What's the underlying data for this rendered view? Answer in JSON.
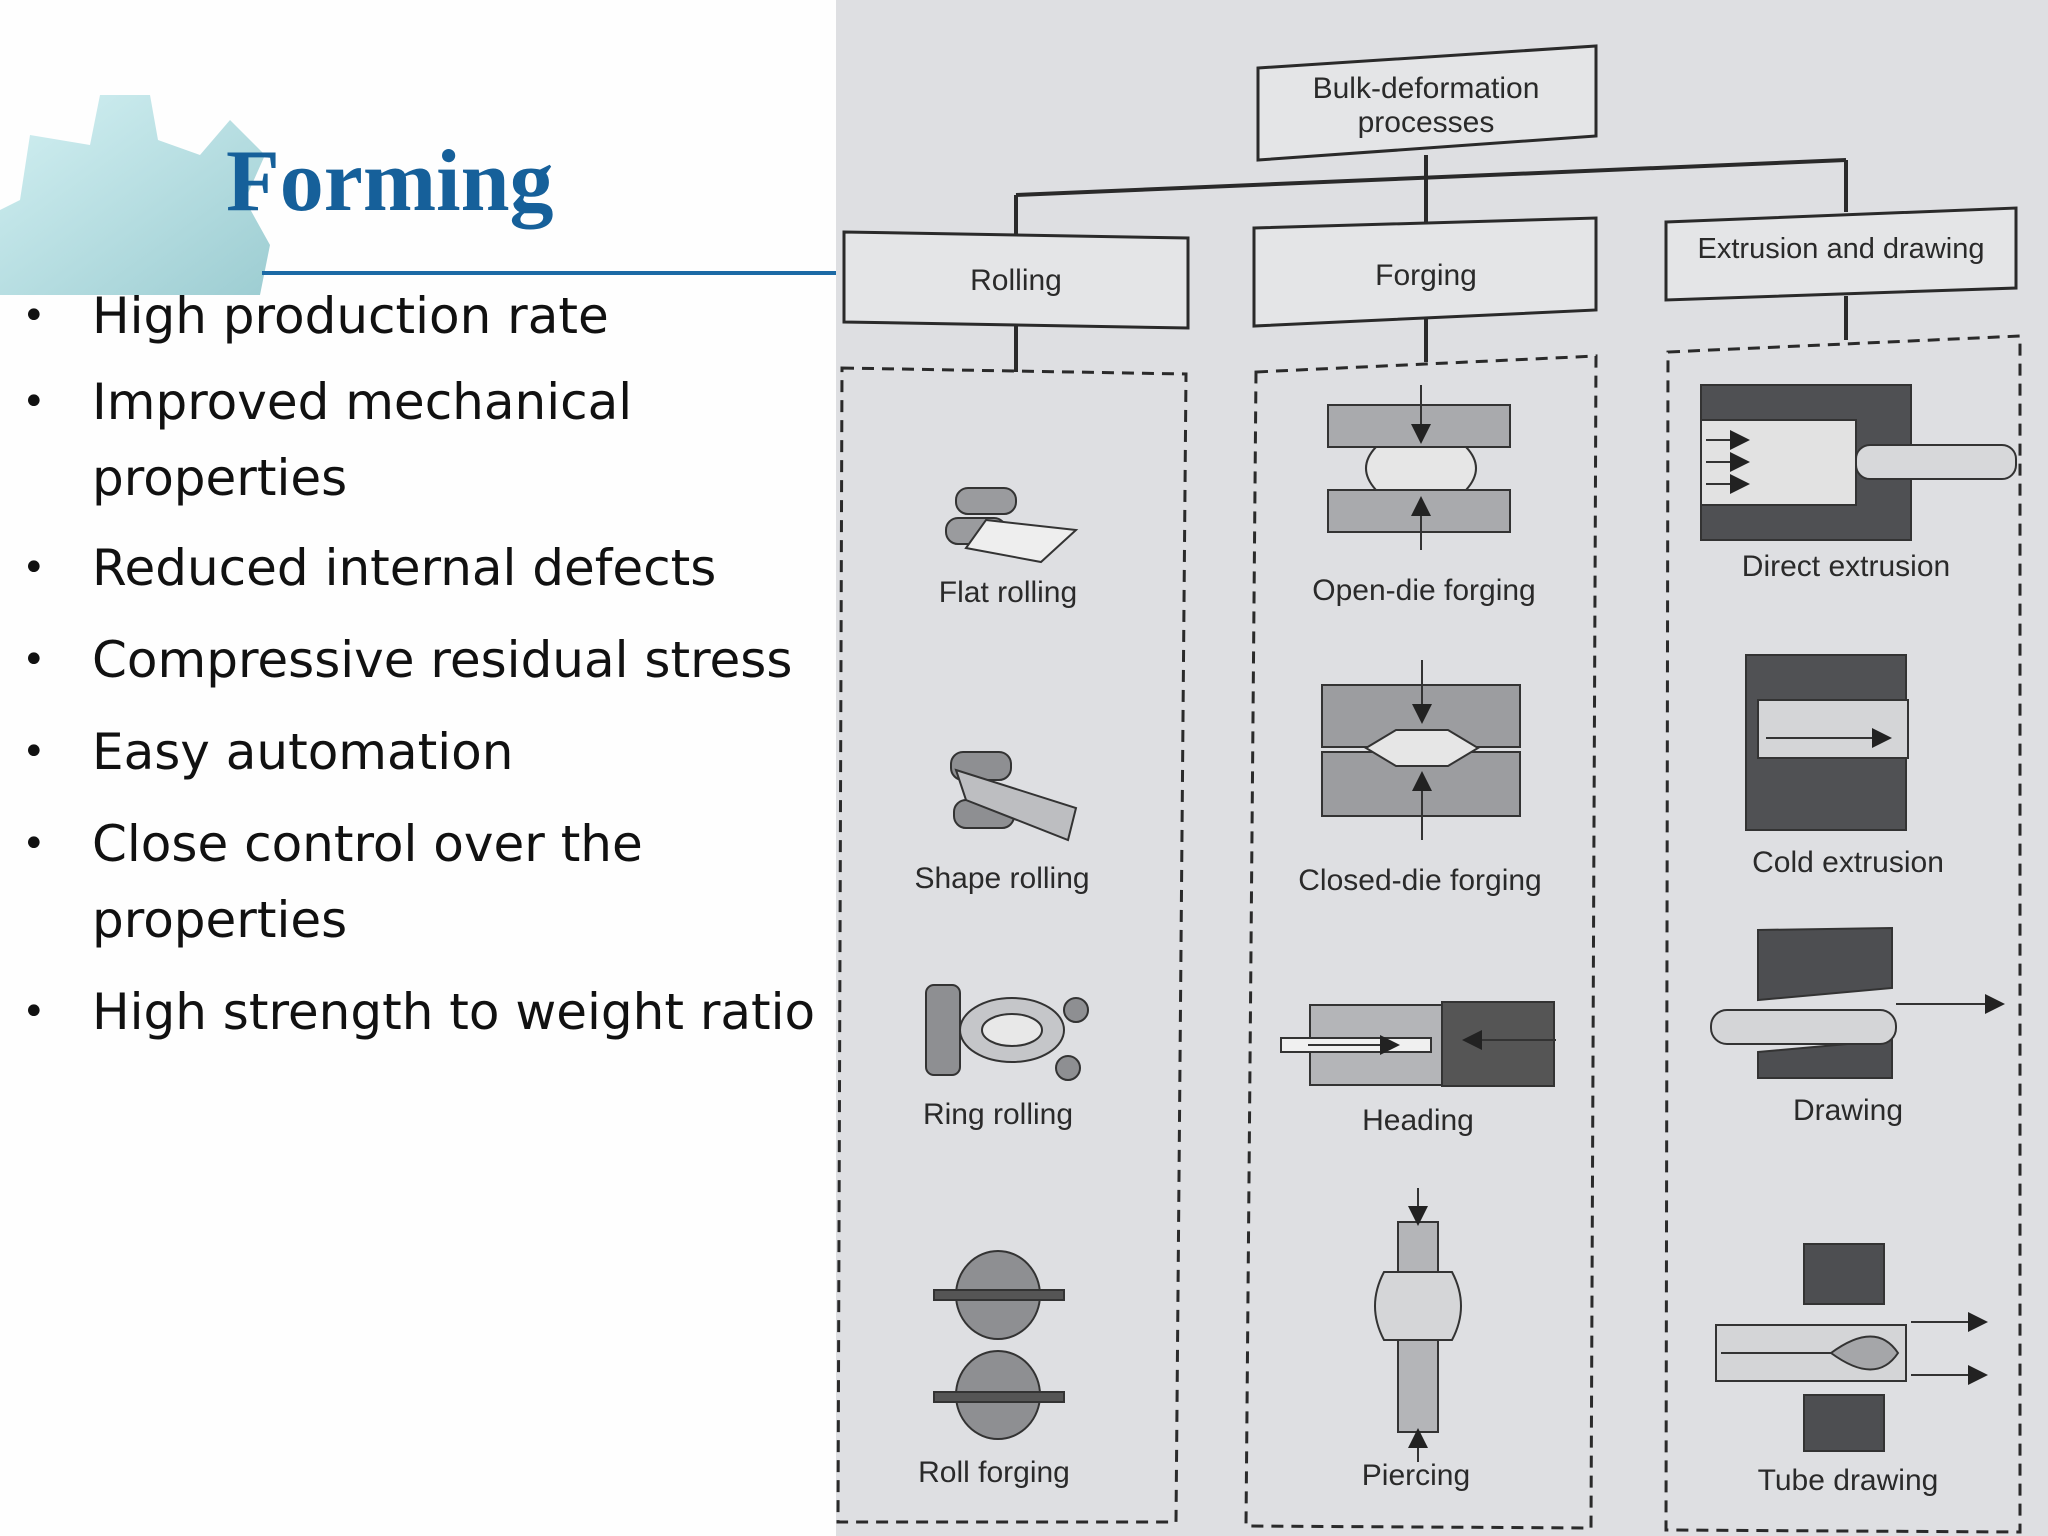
{
  "slide": {
    "title": "Forming",
    "bullets": [
      "High production rate",
      "Improved mechanical properties",
      "Reduced internal defects",
      "Compressive residual stress",
      "Easy automation",
      "Close control over the properties",
      "High strength to weight ratio"
    ]
  },
  "diagram": {
    "root": "Bulk-deformation processes",
    "categories": [
      {
        "name": "Rolling",
        "processes": [
          "Flat rolling",
          "Shape rolling",
          "Ring rolling",
          "Roll forging"
        ]
      },
      {
        "name": "Forging",
        "processes": [
          "Open-die forging",
          "Closed-die forging",
          "Heading",
          "Piercing"
        ]
      },
      {
        "name": "Extrusion and drawing",
        "processes": [
          "Direct extrusion",
          "Cold extrusion",
          "Drawing",
          "Tube drawing"
        ]
      }
    ]
  },
  "colors": {
    "title": "#16609a",
    "rule": "#1c6aa5",
    "gear": "#bfe3e6",
    "figure_bg": "#dedfe2"
  }
}
